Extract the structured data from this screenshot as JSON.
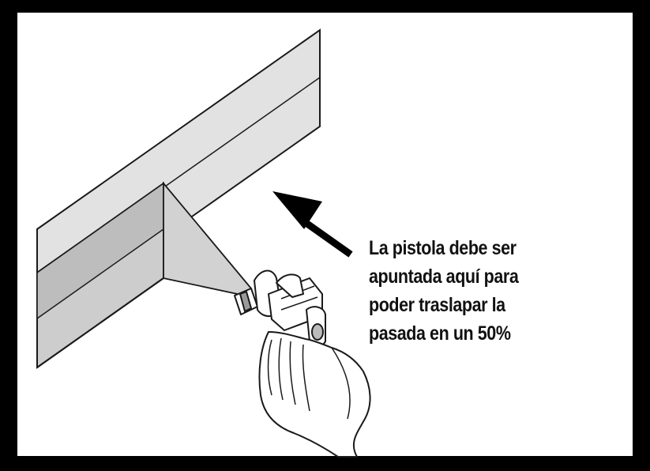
{
  "caption": {
    "lines": [
      "La pistola debe ser",
      "apuntada aquí para",
      "poder traslapar la",
      "pasada en un 50%"
    ]
  },
  "colors": {
    "background": "#000000",
    "panel": "#ffffff",
    "beam_front": "#dadada",
    "beam_lower": "#c6c6c6",
    "spray_cone": "#cfcfcf",
    "outline": "#1a1a1a",
    "arrow": "#000000"
  },
  "icons": {
    "spray_gun": "spray-gun-icon",
    "hand": "hand-icon",
    "arrow": "arrow-up-left-icon"
  }
}
